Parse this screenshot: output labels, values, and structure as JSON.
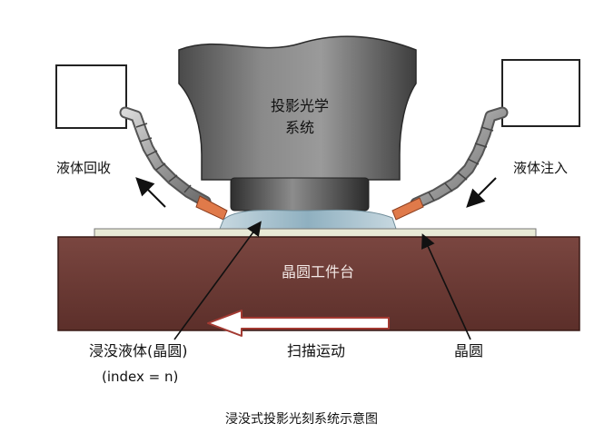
{
  "labels": {
    "optics": [
      "投影光学",
      "系统"
    ],
    "recovery": "液体回收",
    "injection": "液体注入",
    "stage": "晶圆工件台",
    "liquid": "浸没液体(晶圆)",
    "index": "(index = n)",
    "scan": "扫描运动",
    "wafer": "晶圆"
  },
  "caption": "浸没式投影光刻系统示意图",
  "colors": {
    "lens_body": "#6b6b6b",
    "stage": "#6e3a34",
    "wafer": "#e8ead6",
    "liquid": "#a9c2cf",
    "nozzle": "#e07a4a",
    "scan_arrow": "#a33a32"
  }
}
